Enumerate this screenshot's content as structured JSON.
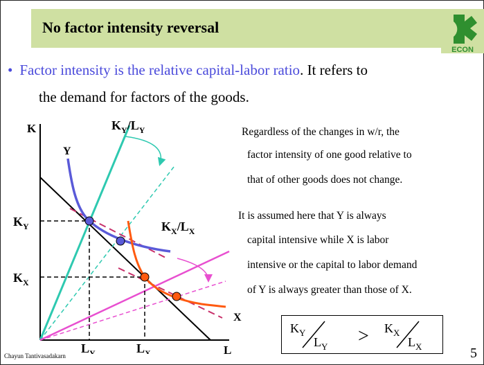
{
  "slide": {
    "title": "No factor intensity reversal",
    "logo_text": "ECON",
    "bullet": {
      "colored_part": "Factor intensity is the relative capital-labor ratio",
      "rest_line1": ". It refers to",
      "line2": "the demand for factors of the goods."
    },
    "graph": {
      "axis_k": "K",
      "axis_l": "L",
      "ray_ky_ly": {
        "base1": "K",
        "sub1": "Y",
        "slash": "/",
        "base2": "L",
        "sub2": "Y"
      },
      "ray_kx_lx": {
        "base1": "K",
        "sub1": "X",
        "slash": "/",
        "base2": "L",
        "sub2": "X"
      },
      "label_y": "Y",
      "label_x": "X",
      "ky": {
        "base": "K",
        "sub": "Y"
      },
      "kx": {
        "base": "K",
        "sub": "X"
      },
      "ly": {
        "base": "L",
        "sub": "Y"
      },
      "lx": {
        "base": "L",
        "sub": "X"
      }
    },
    "right_text": [
      "Regardless of the changes in w/r, the",
      "factor intensity of one good relative to",
      "that of other goods does not change.",
      "It is assumed here that Y is always",
      "capital intensive while X is labor",
      "intensive or the capital to labor demand",
      "of Y is always greater than those of X."
    ],
    "formula": {
      "left_num": {
        "base": "K",
        "sub": "Y"
      },
      "left_den": {
        "base": "L",
        "sub": "Y"
      },
      "operator": ">",
      "right_num": {
        "base": "K",
        "sub": "X"
      },
      "right_den": {
        "base": "L",
        "sub": "X"
      }
    },
    "footer": "Chayun Tantivasadakarn",
    "page_number": "5",
    "colors": {
      "title_bg": "#cfe0a2",
      "bullet_blue": "#4a4adb",
      "teal": "#2ec9b0",
      "magenta": "#e84fd0",
      "purple_curve": "#5a5ad8",
      "orange_curve": "#ff5a10",
      "dashed_tangent": "#c8306a"
    }
  }
}
